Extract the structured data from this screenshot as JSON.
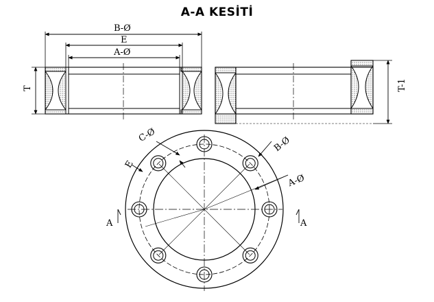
{
  "title": "A-A KESİTİ",
  "labels": {
    "b_dia": "B-Ø",
    "e": "E",
    "a_dia": "A-Ø",
    "t": "T",
    "t1": "T-1",
    "c_dia": "C-Ø",
    "section_left": "A",
    "section_right": "A"
  },
  "bolt_holes": 8,
  "colors": {
    "line": "#000000",
    "hatch": "#000000",
    "background": "#ffffff"
  }
}
